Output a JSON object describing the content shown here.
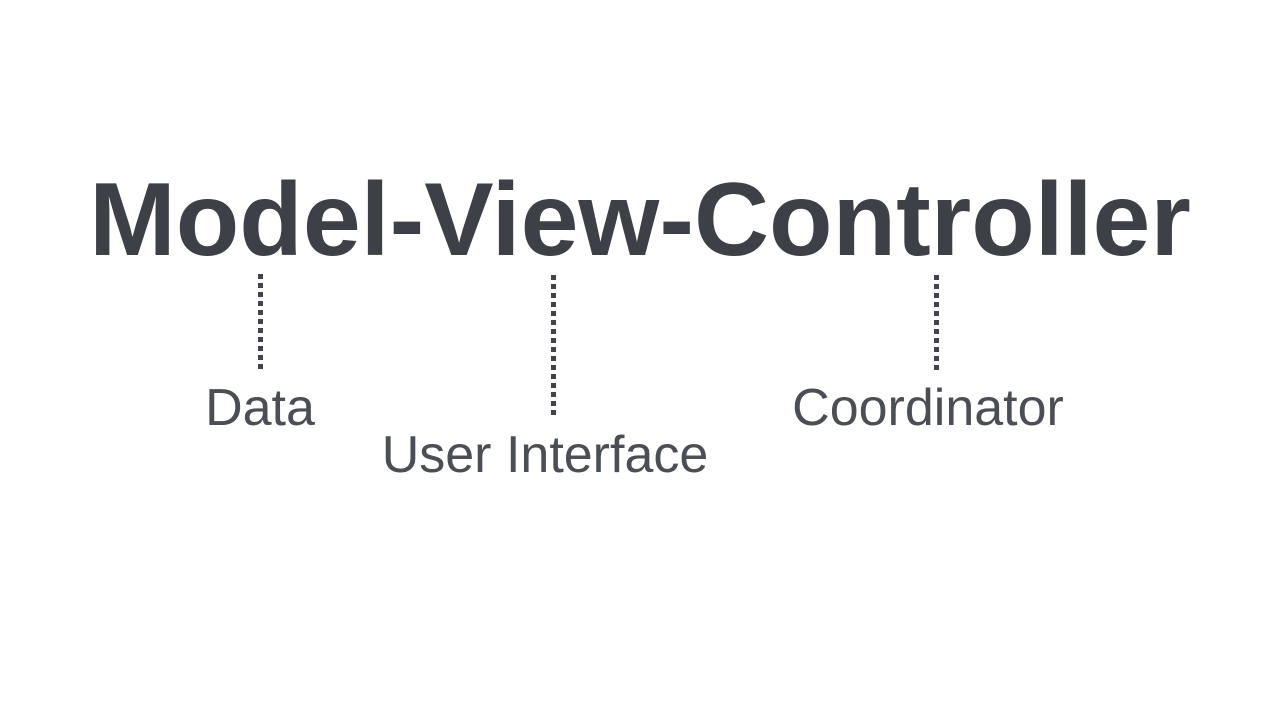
{
  "diagram": {
    "title": "Model-View-Controller",
    "annotations": [
      {
        "refers_to": "Model",
        "label": "Data"
      },
      {
        "refers_to": "View",
        "label": "User Interface"
      },
      {
        "refers_to": "Controller",
        "label": "Coordinator"
      }
    ],
    "colors": {
      "background": "#ffffff",
      "title": "#3d4147",
      "label": "#4b4f55",
      "connector": "#41454b"
    }
  }
}
